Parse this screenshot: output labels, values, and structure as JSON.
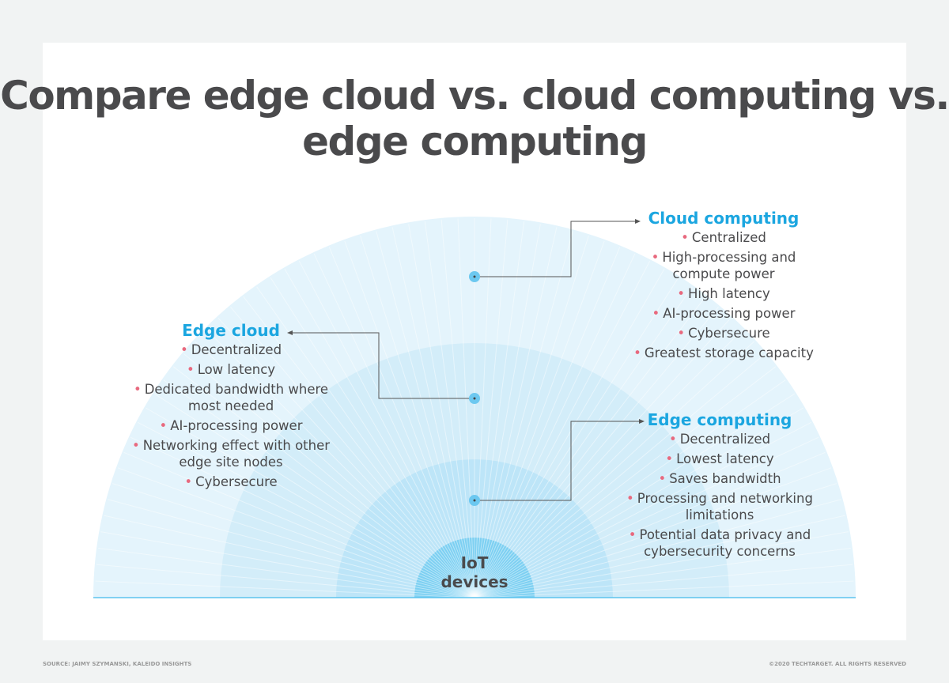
{
  "title": "Compare edge cloud vs. cloud computing vs. edge computing",
  "center_label": "IoT devices",
  "cloud": {
    "title": "Cloud computing",
    "items": [
      "Centralized",
      "High-processing and compute power",
      "High latency",
      "AI-processing power",
      "Cybersecure",
      "Greatest storage capacity"
    ]
  },
  "edge_cloud": {
    "title": "Edge cloud",
    "items": [
      "Decentralized",
      "Low latency",
      "Dedicated bandwidth where most needed",
      "AI-processing power",
      "Networking effect with other edge site nodes",
      "Cybersecure"
    ]
  },
  "edge_computing": {
    "title": "Edge computing",
    "items": [
      "Decentralized",
      "Lowest latency",
      "Saves bandwidth",
      "Processing and networking limitations",
      "Potential data privacy and cybersecurity concerns"
    ]
  },
  "footer": {
    "source": "SOURCE: JAIMY SZYMANSKI, KALEIDO INSIGHTS",
    "copyright": "©2020 TECHTARGET. ALL RIGHTS RESERVED"
  },
  "colors": {
    "accent": "#1ba6e0",
    "bullet": "#e8697e",
    "ring1": "#e4f4fc",
    "ring2": "#d3edf9",
    "ring3": "#bde5f8",
    "core": "#7dd0f2"
  }
}
